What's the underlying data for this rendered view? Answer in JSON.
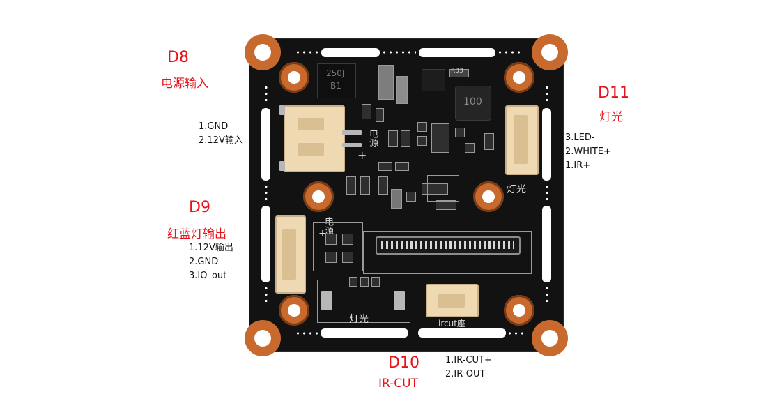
{
  "labels": {
    "d8": {
      "title": "D8",
      "subtitle": "电源输入",
      "pins": [
        "1.GND",
        "2.12V输入"
      ]
    },
    "d9": {
      "title": "D9",
      "subtitle": "红蓝灯输出",
      "pins": [
        "1.12V输出",
        "2.GND",
        "3.IO_out"
      ]
    },
    "d10": {
      "title": "D10",
      "subtitle": "IR-CUT",
      "pins": [
        "1.IR-CUT+",
        "2.IR-OUT-"
      ]
    },
    "d11": {
      "title": "D11",
      "subtitle": "灯光",
      "pins": [
        "3.LED-",
        "2.WHITE+",
        "1.IR+"
      ]
    }
  },
  "board_silkscreen": {
    "power_label": "电源",
    "plus_sign": "+",
    "light_label_bottom": "灯光",
    "light_label_right": "灯光",
    "ircut_label": "ircut座",
    "diode_marking": "250J",
    "diode_marking_2": "B1",
    "inductor_marking": "100",
    "resistor_marking": "R33"
  },
  "colors": {
    "label_red": "#e8131a",
    "board_black": "#121212",
    "copper": "#c86a2e",
    "connector_beige": "#efd9b3"
  }
}
